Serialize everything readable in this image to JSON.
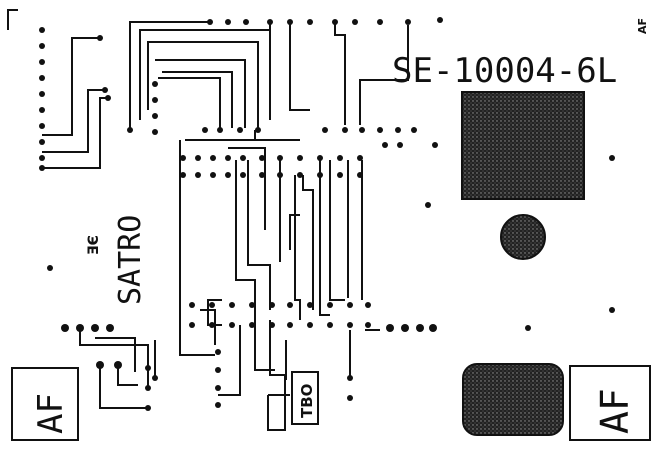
{
  "board": {
    "part_number": "SE-10004-6L",
    "brand": "SATRO",
    "brand_glyph": "ƎЄ",
    "label_tbo": "TBO",
    "label_af_left": "AF",
    "label_af_right": "AF",
    "corner_mark": "AF"
  },
  "colors": {
    "ink": "#111111",
    "paper": "#ffffff"
  }
}
